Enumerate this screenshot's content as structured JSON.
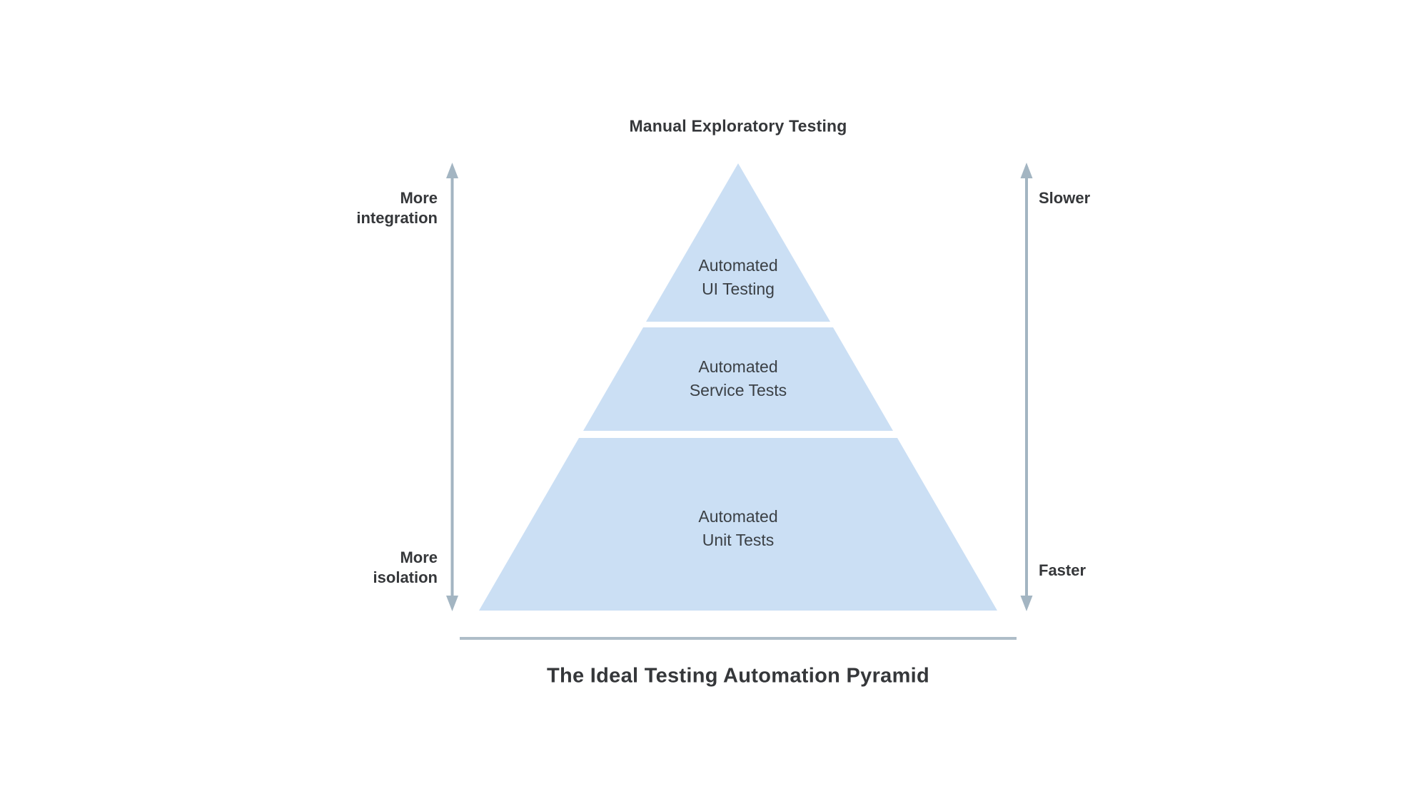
{
  "diagram": {
    "top_label": "Manual Exploratory Testing",
    "title": "The Ideal Testing Automation Pyramid",
    "pyramid_levels": [
      {
        "id": "automated-ui-testing",
        "lines": [
          "Automated",
          "UI Testing"
        ]
      },
      {
        "id": "automated-service-tests",
        "lines": [
          "Automated",
          "Service Tests"
        ]
      },
      {
        "id": "automated-unit-tests",
        "lines": [
          "Automated",
          "Unit Tests"
        ]
      }
    ],
    "left_axis": {
      "top_lines": [
        "More",
        "integration"
      ],
      "bottom_lines": [
        "More",
        "isolation"
      ]
    },
    "right_axis": {
      "top": "Slower",
      "bottom": "Faster"
    },
    "colors": {
      "pyramid_fill": "#cbdff4",
      "arrow": "#a3b5c2",
      "baseline": "#aebdc8",
      "text": "#3c4043"
    }
  }
}
